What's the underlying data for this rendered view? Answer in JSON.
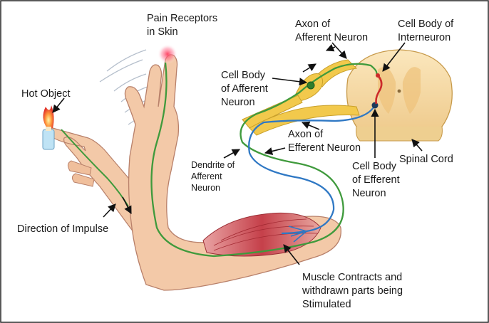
{
  "labels": {
    "pain_receptors": [
      "Pain Receptors",
      "in Skin"
    ],
    "hot_object": "Hot Object",
    "axon_afferent": [
      "Axon of",
      "Afferent Neuron"
    ],
    "cell_body_interneuron": [
      "Cell Body of",
      "Interneuron"
    ],
    "cell_body_afferent": [
      "Cell Body",
      "of Afferent",
      "Neuron"
    ],
    "axon_efferent": [
      "Axon of",
      "Efferent Neuron"
    ],
    "spinal_cord": "Spinal Cord",
    "dendrite_afferent": [
      "Dendrite of",
      "Afferent",
      "Neuron"
    ],
    "cell_body_efferent": [
      "Cell Body",
      "of Efferent",
      "Neuron"
    ],
    "direction_impulse": "Direction of Impulse",
    "muscle": [
      "Muscle Contracts and",
      "withdrawn parts being",
      "Stimulated"
    ]
  },
  "colors": {
    "afferent_neuron": "#3f9a3c",
    "efferent_neuron": "#2f78c4",
    "interneuron": "#cc2a2a",
    "skin": "#f3c9a8",
    "skin_outline": "#b8806a",
    "muscle": "#c8484f",
    "nerve_fiber": "#f2c94c",
    "spinal_cord": "#f6dca6",
    "border": "#222222"
  }
}
